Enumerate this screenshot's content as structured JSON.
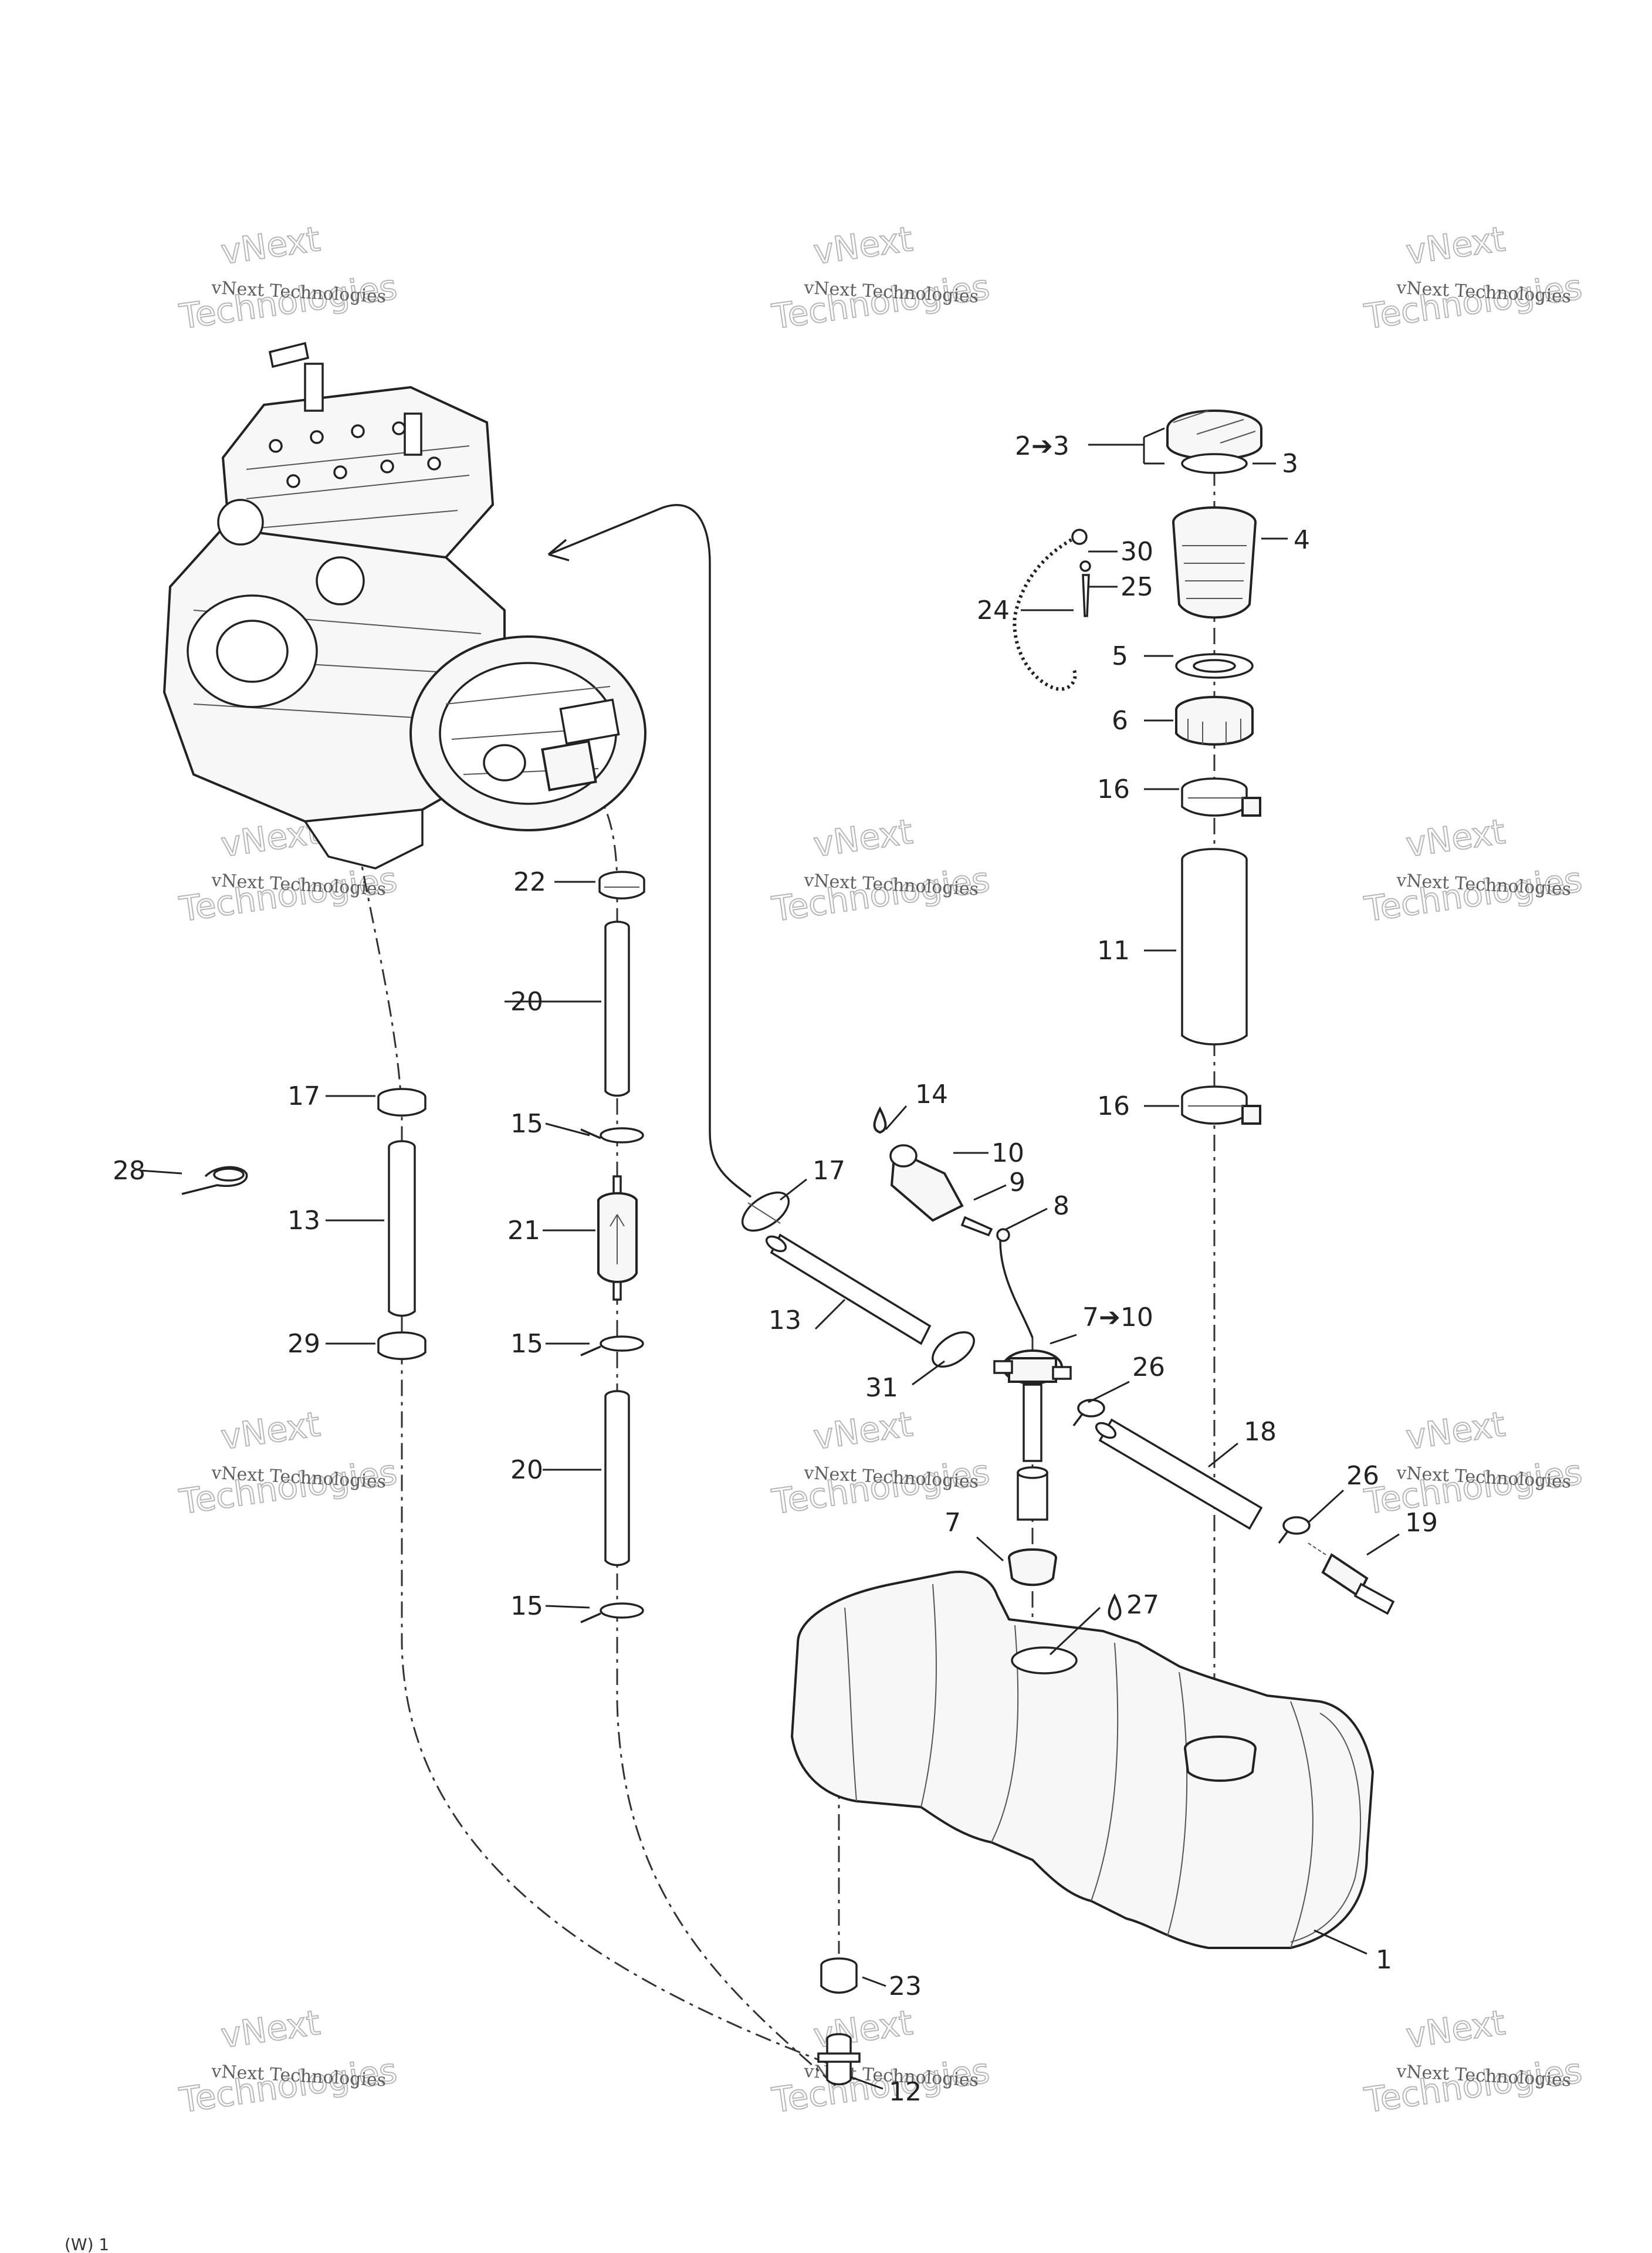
{
  "watermark": {
    "line1": "vNext Technologies",
    "line2": "vNext",
    "line3": "Technologies"
  },
  "callouts": [
    {
      "id": "c-2-3",
      "text": "2➔3"
    },
    {
      "id": "c-3",
      "text": "3"
    },
    {
      "id": "c-4",
      "text": "4"
    },
    {
      "id": "c-30",
      "text": "30"
    },
    {
      "id": "c-25",
      "text": "25"
    },
    {
      "id": "c-24",
      "text": "24"
    },
    {
      "id": "c-5",
      "text": "5"
    },
    {
      "id": "c-6",
      "text": "6"
    },
    {
      "id": "c-16a",
      "text": "16"
    },
    {
      "id": "c-11",
      "text": "11"
    },
    {
      "id": "c-16b",
      "text": "16"
    },
    {
      "id": "c-22",
      "text": "22"
    },
    {
      "id": "c-20a",
      "text": "20"
    },
    {
      "id": "c-17a",
      "text": "17"
    },
    {
      "id": "c-15a",
      "text": "15"
    },
    {
      "id": "c-28",
      "text": "28"
    },
    {
      "id": "c-13a",
      "text": "13"
    },
    {
      "id": "c-21",
      "text": "21"
    },
    {
      "id": "c-29",
      "text": "29"
    },
    {
      "id": "c-15b",
      "text": "15"
    },
    {
      "id": "c-20b",
      "text": "20"
    },
    {
      "id": "c-15c",
      "text": "15"
    },
    {
      "id": "c-14",
      "text": "14"
    },
    {
      "id": "c-10",
      "text": "10"
    },
    {
      "id": "c-9",
      "text": "9"
    },
    {
      "id": "c-8",
      "text": "8"
    },
    {
      "id": "c-17b",
      "text": "17"
    },
    {
      "id": "c-13b",
      "text": "13"
    },
    {
      "id": "c-7-10",
      "text": "7➔10"
    },
    {
      "id": "c-31",
      "text": "31"
    },
    {
      "id": "c-26a",
      "text": "26"
    },
    {
      "id": "c-18",
      "text": "18"
    },
    {
      "id": "c-7",
      "text": "7"
    },
    {
      "id": "c-26b",
      "text": "26"
    },
    {
      "id": "c-19",
      "text": "19"
    },
    {
      "id": "c-27",
      "text": "27"
    },
    {
      "id": "c-1",
      "text": "1"
    },
    {
      "id": "c-23",
      "text": "23"
    },
    {
      "id": "c-12",
      "text": "12"
    }
  ],
  "footer": {
    "corner_code": "(W) 1"
  }
}
